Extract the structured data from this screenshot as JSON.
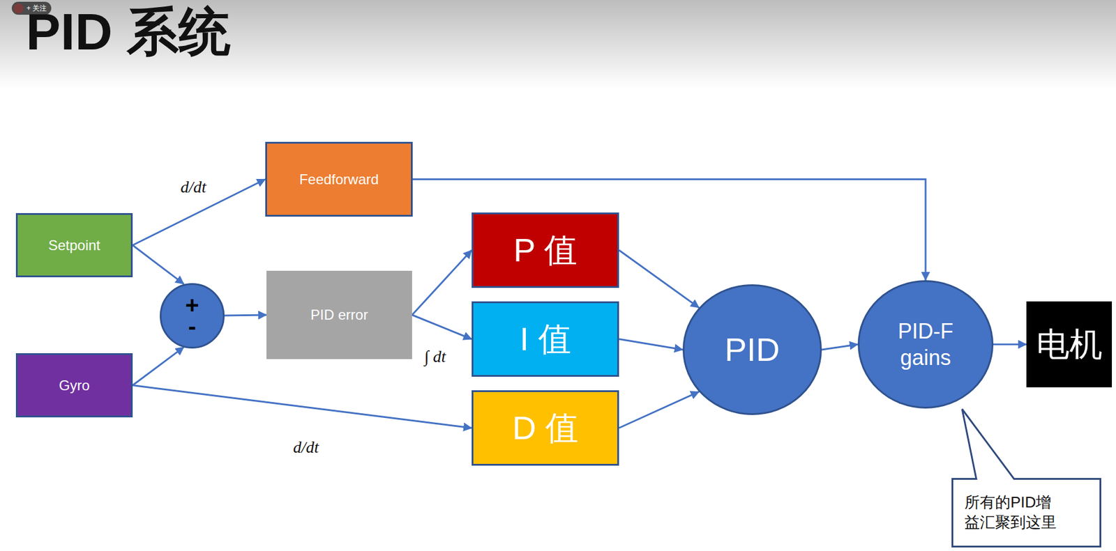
{
  "diagram": {
    "title": "PID 系统",
    "nodes": [
      {
        "text": [
          "Setpoint"
        ]
      },
      {
        "text": [
          "Gyro"
        ]
      },
      {
        "text": [
          "+",
          "-"
        ]
      },
      {
        "text": [
          "Feedforward"
        ]
      },
      {
        "text": [
          "PID error"
        ]
      },
      {
        "text": [
          "P 值"
        ]
      },
      {
        "text": [
          "I 值"
        ]
      },
      {
        "text": [
          "D 值"
        ]
      },
      {
        "text": [
          "PID"
        ]
      },
      {
        "text": [
          "PID-F gains"
        ]
      },
      {
        "text": [
          "电机"
        ]
      },
      {
        "text": [
          "所有的PID增益汇聚到这里"
        ]
      }
    ],
    "edges": [
      {
        "from": 0,
        "to": 3,
        "arrow": "to",
        "label": "d/dt"
      },
      {
        "from": 0,
        "to": 2,
        "arrow": "to"
      },
      {
        "from": 1,
        "to": 2,
        "arrow": "to"
      },
      {
        "from": 1,
        "to": 7,
        "arrow": "to",
        "label": "d/dt"
      },
      {
        "from": 2,
        "to": 4,
        "arrow": "to"
      },
      {
        "from": 4,
        "to": 5,
        "arrow": "to"
      },
      {
        "from": 4,
        "to": 6,
        "arrow": "to",
        "label": "∫ dt"
      },
      {
        "from": 5,
        "to": 8,
        "arrow": "to"
      },
      {
        "from": 6,
        "to": 8,
        "arrow": "to"
      },
      {
        "from": 7,
        "to": 8,
        "arrow": "to"
      },
      {
        "from": 3,
        "to": 9,
        "arrow": "to"
      },
      {
        "from": 8,
        "to": 9,
        "arrow": "to"
      },
      {
        "from": 9,
        "to": 10,
        "arrow": "to"
      }
    ],
    "labels": [
      "+ 关注"
    ]
  }
}
